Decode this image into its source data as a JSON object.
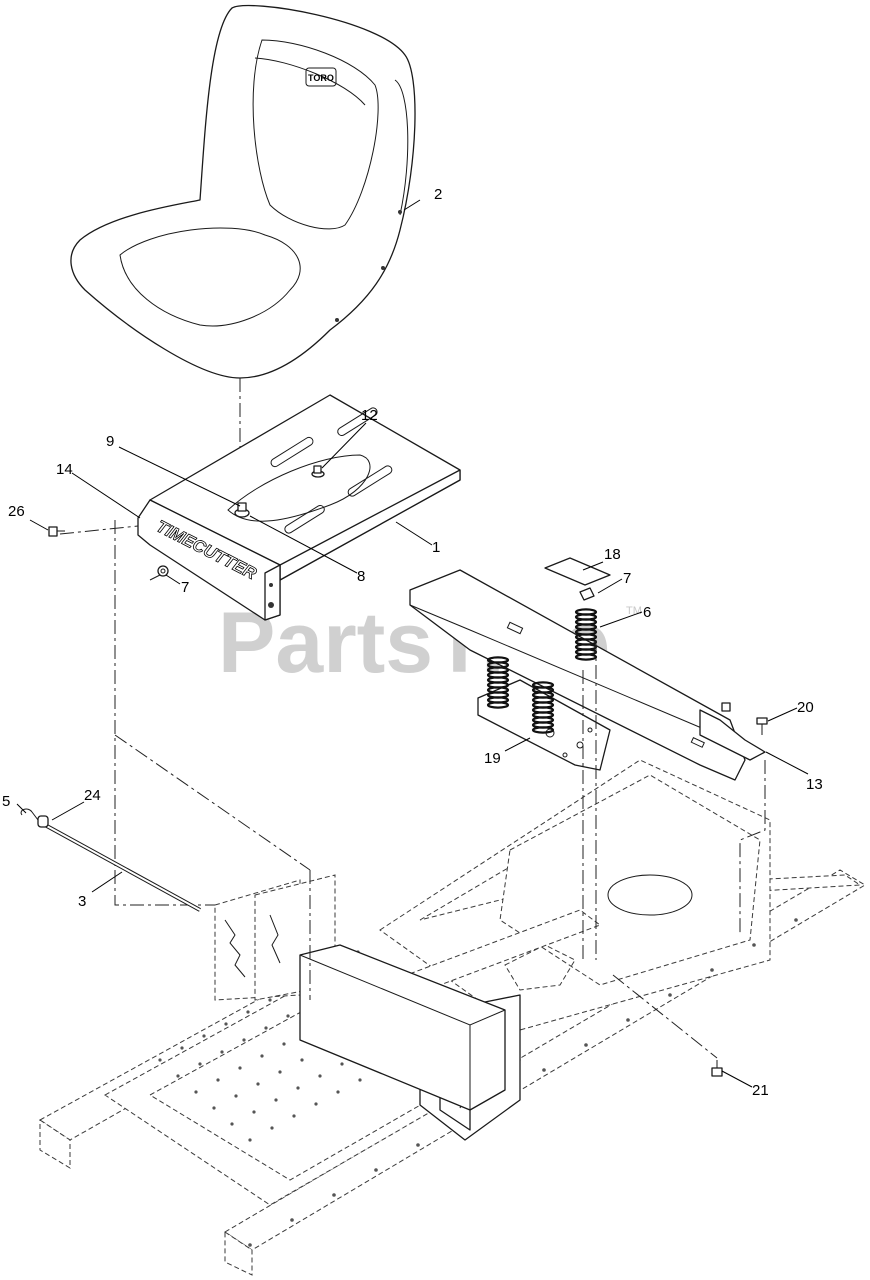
{
  "watermark": {
    "text": "PartsTree",
    "trademark": "TM"
  },
  "labels": {
    "seat_logo": "TORO",
    "brand_plate": "TIMECUTTER"
  },
  "callouts": {
    "c1": "1",
    "c2": "2",
    "c3": "3",
    "c5": "5",
    "c6": "6",
    "c7a": "7",
    "c7b": "7",
    "c8": "8",
    "c9": "9",
    "c12": "12",
    "c13": "13",
    "c14": "14",
    "c18": "18",
    "c19": "19",
    "c20": "20",
    "c21": "21",
    "c24": "24",
    "c26": "26"
  }
}
